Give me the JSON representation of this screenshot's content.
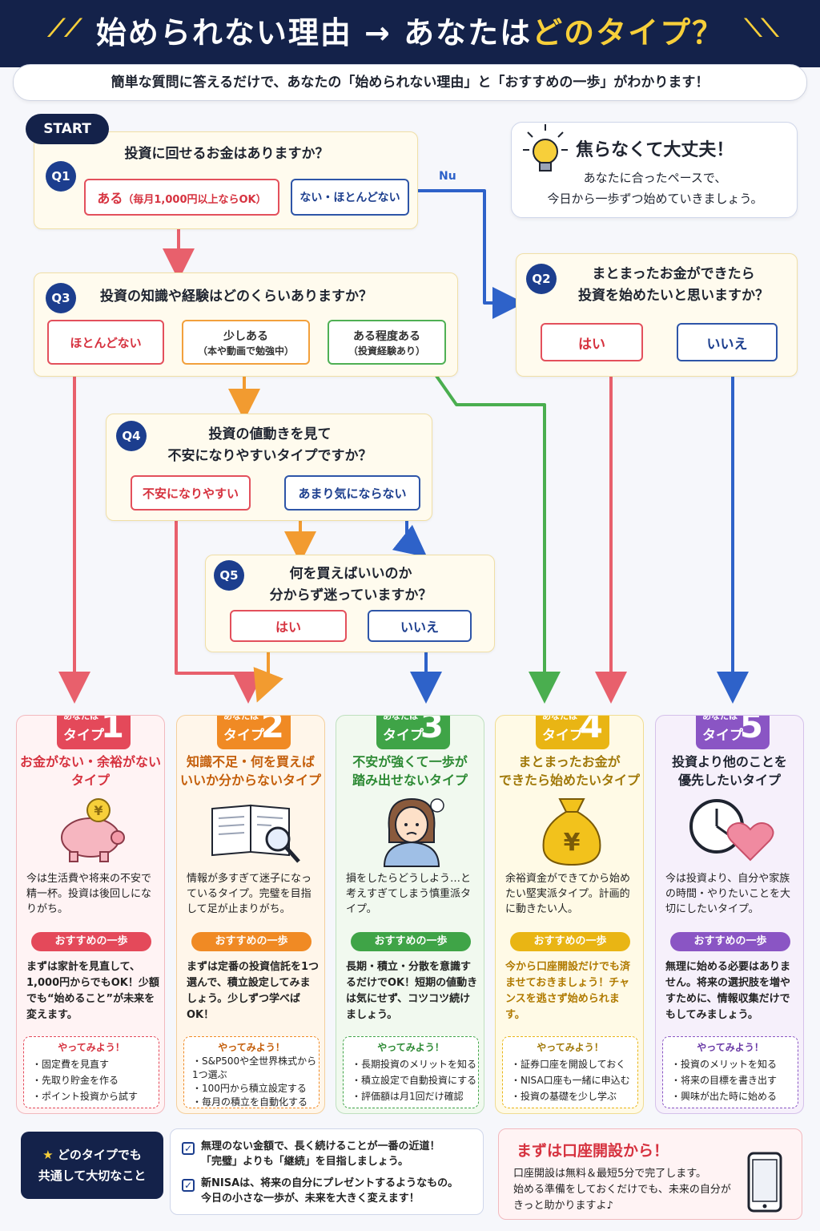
{
  "header": {
    "title_part1": "始められない理由 → あなたは",
    "title_part2": "どのタイプ？",
    "subtitle": "簡単な質問に答えるだけで、あなたの「始められない理由」と「おすすめの一歩」がわかります！"
  },
  "start_label": "START",
  "tip": {
    "title": "焦らなくて大丈夫！",
    "line1": "あなたに合ったペースで、",
    "line2": "今日から一歩ずつ始めていきましょう。"
  },
  "q1": {
    "num": "Q1",
    "text": "投資に回せるお金はありますか？",
    "opt_yes_main": "ある",
    "opt_yes_sub": "（毎月1,000円以上ならOK）",
    "opt_no": "ない・ほとんどない",
    "no_label": "Nu"
  },
  "q2": {
    "num": "Q2",
    "line1": "まとまったお金ができたら",
    "line2": "投資を始めたいと思いますか？",
    "opt_yes": "はい",
    "opt_no": "いいえ"
  },
  "q3": {
    "num": "Q3",
    "text": "投資の知識や経験はどのくらいありますか？",
    "opt1": "ほとんどない",
    "opt2_main": "少しある",
    "opt2_sub": "（本や動画で勉強中）",
    "opt3_main": "ある程度ある",
    "opt3_sub": "（投資経験あり）"
  },
  "q4": {
    "num": "Q4",
    "line1": "投資の値動きを見て",
    "line2": "不安になりやすいタイプですか？",
    "opt1": "不安になりやすい",
    "opt2": "あまり気にならない"
  },
  "q5": {
    "num": "Q5",
    "line1": "何を買えばいいのか",
    "line2": "分からず迷っていますか？",
    "opt_yes": "はい",
    "opt_no": "いいえ"
  },
  "types": [
    {
      "small": "あなたは",
      "tp": "タイプ",
      "num": "1",
      "color": "#e4495a",
      "title1": "お金がない・余裕がない",
      "title2": "タイプ",
      "desc": "今は生活費や将来の不安で精一杯。投資は後回しになりがち。",
      "reco_label": "おすすめの一歩",
      "reco": "まずは家計を見直して、1,000円からでもOK！少額でも“始めること”が未来を変えます。",
      "try_label": "やってみよう！",
      "try": [
        "・固定費を見直す",
        "・先取り貯金を作る",
        "・ポイント投資から試す"
      ]
    },
    {
      "small": "あなたは",
      "tp": "タイプ",
      "num": "2",
      "color": "#f08a24",
      "title1": "知識不足・何を買えば",
      "title2": "いいか分からないタイプ",
      "desc": "情報が多すぎて迷子になっているタイプ。完璧を目指して足が止まりがち。",
      "reco_label": "おすすめの一歩",
      "reco": "まずは定番の投資信託を1つ選んで、積立設定してみましょう。少しずつ学べばOK！",
      "try_label": "やってみよう！",
      "try": [
        "・S&P500や全世界株式から",
        "  1つ選ぶ",
        "・100円から積立設定する",
        "・毎月の積立を自動化する"
      ]
    },
    {
      "small": "あなたは",
      "tp": "タイプ",
      "num": "3",
      "color": "#3fa447",
      "title1": "不安が強くて一歩が",
      "title2": "踏み出せないタイプ",
      "desc": "損をしたらどうしよう…と考えすぎてしまう慎重派タイプ。",
      "reco_label": "おすすめの一歩",
      "reco": "長期・積立・分散を意識するだけでOK！短期の値動きは気にせず、コツコツ続けましょう。",
      "try_label": "やってみよう！",
      "try": [
        "・長期投資のメリットを知る",
        "・積立設定で自動投資にする",
        "・評価額は月1回だけ確認"
      ]
    },
    {
      "small": "あなたは",
      "tp": "タイプ",
      "num": "4",
      "color": "#e9b514",
      "title1": "まとまったお金が",
      "title2": "できたら始めたいタイプ",
      "desc": "余裕資金ができてから始めたい堅実派タイプ。計画的に動きたい人。",
      "reco_label": "おすすめの一歩",
      "reco": "今から口座開設だけでも済ませておきましょう！チャンスを逃さず始められます。",
      "try_label": "やってみよう！",
      "try": [
        "・証券口座を開設しておく",
        "・NISA口座も一緒に申込む",
        "・投資の基礎を少し学ぶ"
      ]
    },
    {
      "small": "あなたは",
      "tp": "タイプ",
      "num": "5",
      "color": "#8a55c4",
      "title1": "投資より他のことを",
      "title2": "優先したいタイプ",
      "desc": "今は投資より、自分や家族の時間・やりたいことを大切にしたいタイプ。",
      "reco_label": "おすすめの一歩",
      "reco": "無理に始める必要はありません。将来の選択肢を増やすために、情報収集だけでもしてみましょう。",
      "try_label": "やってみよう！",
      "try": [
        "・投資のメリットを知る",
        "・将来の目標を書き出す",
        "・興味が出た時に始める"
      ]
    }
  ],
  "bottom": {
    "left_line1": "どのタイプでも",
    "left_line2": "共通して大切なこと",
    "item1_line1": "無理のない金額で、長く続けることが一番の近道！",
    "item1_line2": "「完璧」よりも「継続」を目指しましょう。",
    "item2_line1": "新NISAは、将来の自分にプレゼントするようなもの。",
    "item2_line2": "今日の小さな一歩が、未来を大きく変えます！",
    "right_title": "まずは口座開設から！",
    "right_line1": "口座開設は無料＆最短5分で完了します。",
    "right_line2": "始める準備をしておくだけでも、未来の自分が",
    "right_line3": "きっと助かりますよ♪"
  },
  "icons": [
    "sparkle-icon",
    "lightbulb-icon",
    "piggy-bank-icon",
    "book-magnifier-icon",
    "worried-person-icon",
    "money-bag-icon",
    "clock-heart-icon",
    "star-icon",
    "checkbox-icon",
    "smartphone-icon"
  ]
}
